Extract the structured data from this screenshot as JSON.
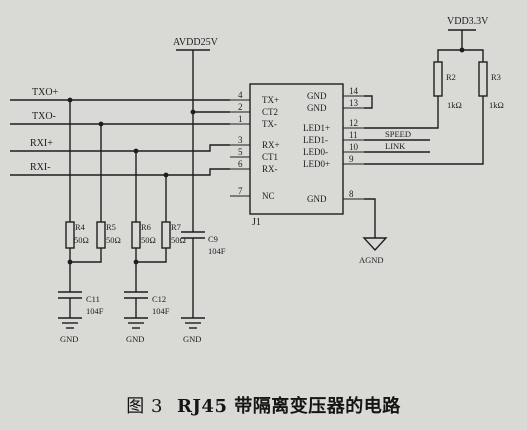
{
  "figure": {
    "number": "图 3",
    "caption": "RJ45 带隔离变压器的电路"
  },
  "nets": {
    "supply_top": "AVDD25V",
    "supply_right": "VDD3.3V",
    "ground": "GND",
    "analog_ground": "AGND"
  },
  "signals": [
    "TXO+",
    "TXO-",
    "RXI+",
    "RXI-"
  ],
  "connector": {
    "ref": "J1",
    "left_pins": [
      {
        "num": "4",
        "name": "TX+"
      },
      {
        "num": "2",
        "name": "CT2"
      },
      {
        "num": "1",
        "name": "TX-"
      },
      {
        "num": "3",
        "name": "RX+"
      },
      {
        "num": "5",
        "name": "CT1"
      },
      {
        "num": "6",
        "name": "RX-"
      },
      {
        "num": "7",
        "name": "NC"
      }
    ],
    "right_pins": [
      {
        "num": "14",
        "name": "GND"
      },
      {
        "num": "13",
        "name": "GND"
      },
      {
        "num": "12",
        "name": "LED1+"
      },
      {
        "num": "11",
        "name": "LED1-"
      },
      {
        "num": "10",
        "name": "LED0-"
      },
      {
        "num": "9",
        "name": "LED0+"
      },
      {
        "num": "8",
        "name": "GND"
      }
    ]
  },
  "led_signals": {
    "speed": "SPEED",
    "link": "LINK"
  },
  "resistors": [
    {
      "ref": "R4",
      "value": "50Ω"
    },
    {
      "ref": "R5",
      "value": "50Ω"
    },
    {
      "ref": "R6",
      "value": "50Ω"
    },
    {
      "ref": "R7",
      "value": "50Ω"
    },
    {
      "ref": "R2",
      "value": "1kΩ"
    },
    {
      "ref": "R3",
      "value": "1kΩ"
    }
  ],
  "capacitors": [
    {
      "ref": "C9",
      "value": "104F"
    },
    {
      "ref": "C11",
      "value": "104F"
    },
    {
      "ref": "C12",
      "value": "104F"
    }
  ],
  "grounds": [
    {
      "label": "GND"
    },
    {
      "label": "GND"
    },
    {
      "label": "GND"
    }
  ]
}
